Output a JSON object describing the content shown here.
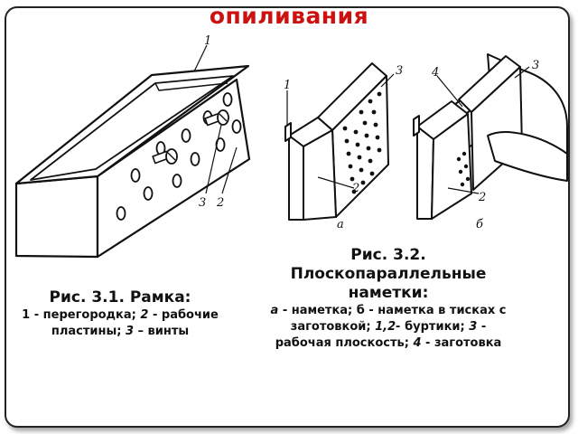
{
  "title": "опиливания",
  "figure_labels": {
    "frame_part_1": "1",
    "frame_part_2": "2",
    "frame_part_3": "3",
    "sub_a": "а",
    "sub_b": "б",
    "a_part_1": "1",
    "a_part_2": "2",
    "a_part_3": "3",
    "b_part_2": "2",
    "b_part_3": "3",
    "b_part_4": "4"
  },
  "caption1": {
    "heading": "Рис. 3.1. Рамка:",
    "n1": "1",
    "t1": "- перегородка;",
    "n2": "2",
    "t2": "- рабочие пластины;",
    "n3": "3",
    "t3": "– винты"
  },
  "caption2": {
    "heading_line1": "Рис. 3.2.",
    "heading_line2": "Плоскопараллельные наметки:",
    "na": "а",
    "ta": "- наметка; б - наметка в тисках с заготовкой;",
    "n12": "1,2-",
    "t12": "буртики;",
    "n3": "3",
    "t3": "- рабочая плоскость;",
    "n4": "4",
    "t4": "- заготовка"
  }
}
